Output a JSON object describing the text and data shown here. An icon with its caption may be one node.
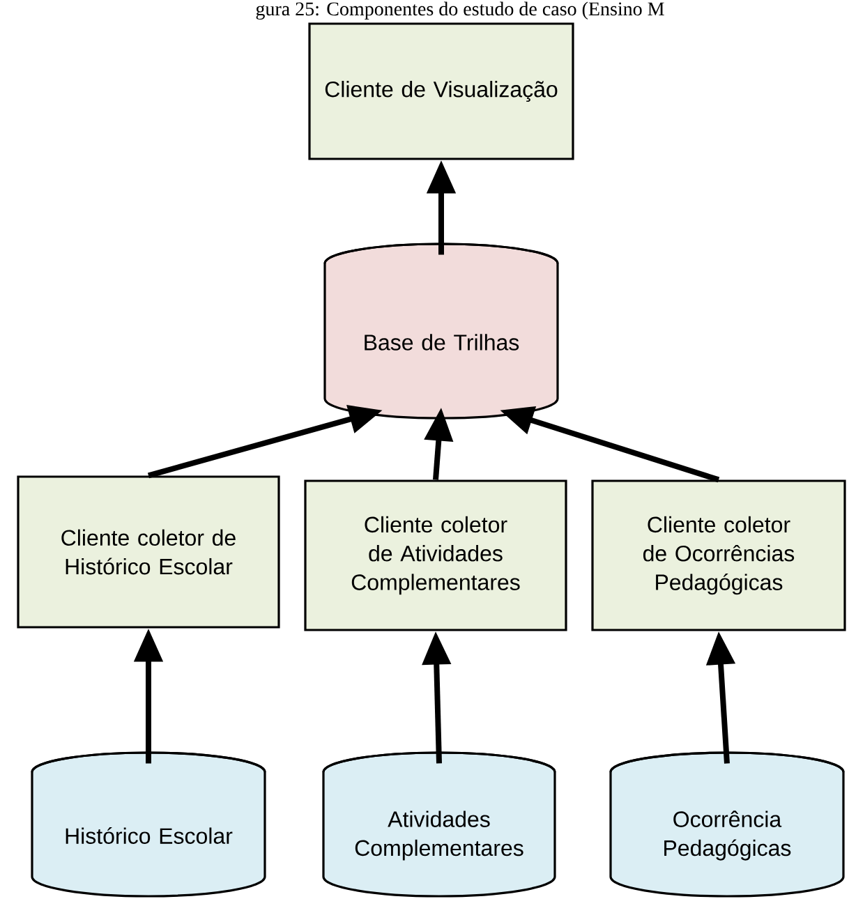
{
  "diagram": {
    "title": "gura 25: Componentes do estudo de caso (Ensino M",
    "nodes": [
      {
        "text": [
          "Cliente de Visualização"
        ]
      },
      {
        "text": [
          "Base de Trilhas"
        ]
      },
      {
        "text": [
          "Cliente coletor de Histórico Escolar"
        ]
      },
      {
        "text": [
          "Cliente coletor de Atividades Complementares"
        ]
      },
      {
        "text": [
          "Cliente coletor de Ocorrências Pedagógicas"
        ]
      },
      {
        "text": [
          "Histórico Escolar"
        ]
      },
      {
        "text": [
          "Atividades Complementares"
        ]
      },
      {
        "text": [
          "Ocorrência Pedagógicas"
        ]
      }
    ],
    "edges": [
      {
        "from": 1,
        "to": 0,
        "arrow": "to"
      },
      {
        "from": 2,
        "to": 1,
        "arrow": "to"
      },
      {
        "from": 3,
        "to": 1,
        "arrow": "to"
      },
      {
        "from": 4,
        "to": 1,
        "arrow": "to"
      },
      {
        "from": 5,
        "to": 2,
        "arrow": "to"
      },
      {
        "from": 6,
        "to": 3,
        "arrow": "to"
      },
      {
        "from": 7,
        "to": 4,
        "arrow": "to"
      }
    ]
  }
}
